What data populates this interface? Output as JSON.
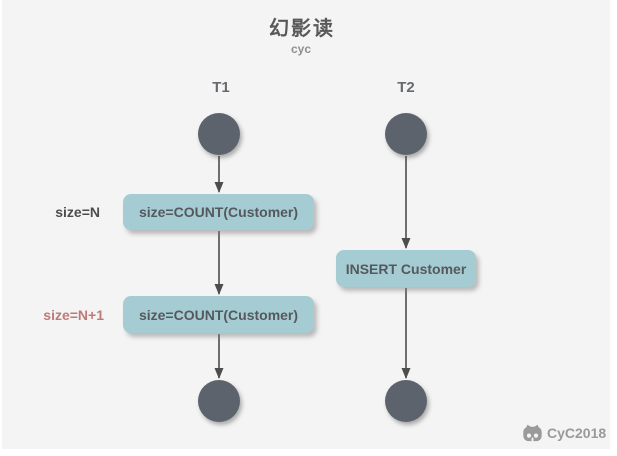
{
  "title": "幻影读",
  "subtitle": "cyc",
  "lanes": [
    {
      "label": "T1"
    },
    {
      "label": "T2"
    }
  ],
  "boxes": [
    {
      "lane": "T1",
      "text": "size=COUNT(Customer)"
    },
    {
      "lane": "T1",
      "text": "size=COUNT(Customer)"
    },
    {
      "lane": "T2",
      "text": "INSERT Customer"
    }
  ],
  "side_labels": [
    {
      "text": "size=N",
      "style": "normal"
    },
    {
      "text": "size=N+1",
      "style": "highlight"
    }
  ],
  "watermark": {
    "text": "CyC2018",
    "icon": "github-cat-icon"
  },
  "colors": {
    "panel_background": "#f4f4f4",
    "node_fill": "#5d636c",
    "box_fill": "#a5ccd2",
    "box_text": "#55595e",
    "arrow": "#4d4d4d",
    "title_text": "#595959",
    "label_normal": "#4d4d4d",
    "label_highlight": "#bf7a78",
    "watermark_gray": "#9a9a9a"
  }
}
